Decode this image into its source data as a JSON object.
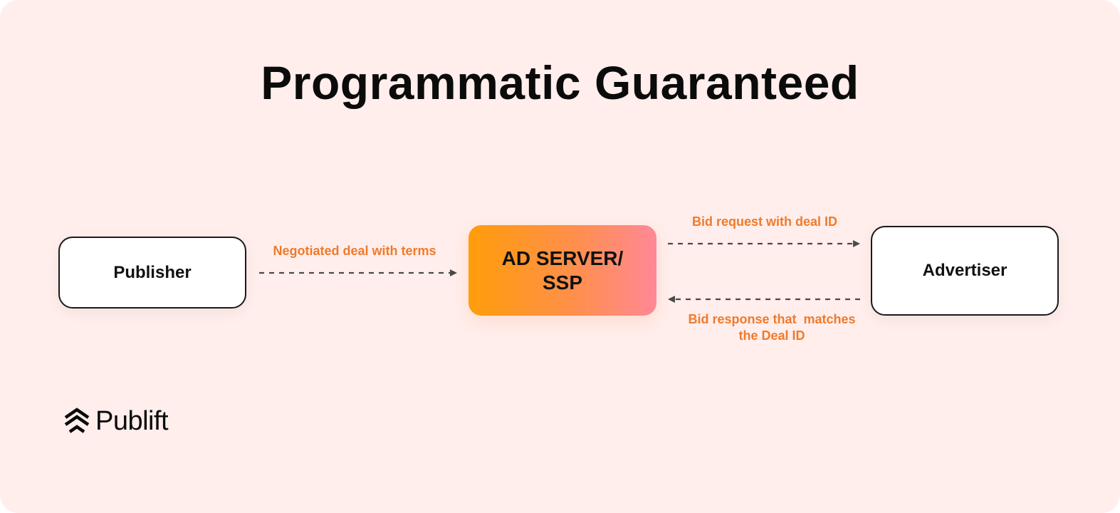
{
  "title": "Programmatic Guaranteed",
  "nodes": {
    "publisher": "Publisher",
    "ad_server_line1": "AD SERVER/",
    "ad_server_line2": "SSP",
    "advertiser": "Advertiser"
  },
  "edges": {
    "negotiated": "Negotiated deal with terms",
    "bid_request": "Bid request with deal ID",
    "bid_response_line1": "Bid response that  matches",
    "bid_response_line2": "the Deal ID"
  },
  "logo": {
    "text": "Publift",
    "icon": "publift-chevrons-icon"
  },
  "colors": {
    "background": "#ffeeec",
    "label_orange": "#f07a2a",
    "server_gradient_start": "#ff9d0a",
    "server_gradient_end": "#ff8896",
    "arrow": "#4a4a4a"
  }
}
